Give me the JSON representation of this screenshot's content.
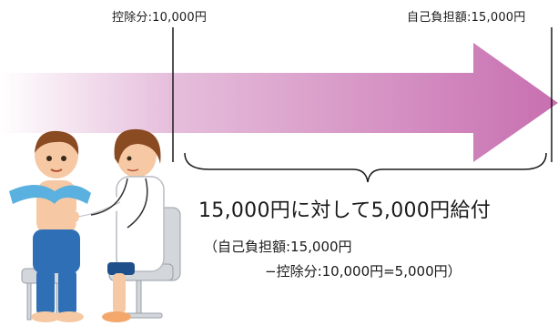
{
  "diagram": {
    "deductible_label": "控除分:10,000円",
    "copay_label": "自己負担額:15,000円",
    "benefit_headline": "15,000円に対して5,000円給付",
    "calc_line1": "（自己負担額:15,000円",
    "calc_line2": "−控除分:10,000円=5,000円）"
  },
  "colors": {
    "arrow_start": "#ffffff",
    "arrow_end": "#c86fb0",
    "line": "#1a1a1a"
  },
  "illustration": {
    "name": "doctor-examining-patient-illustration"
  }
}
